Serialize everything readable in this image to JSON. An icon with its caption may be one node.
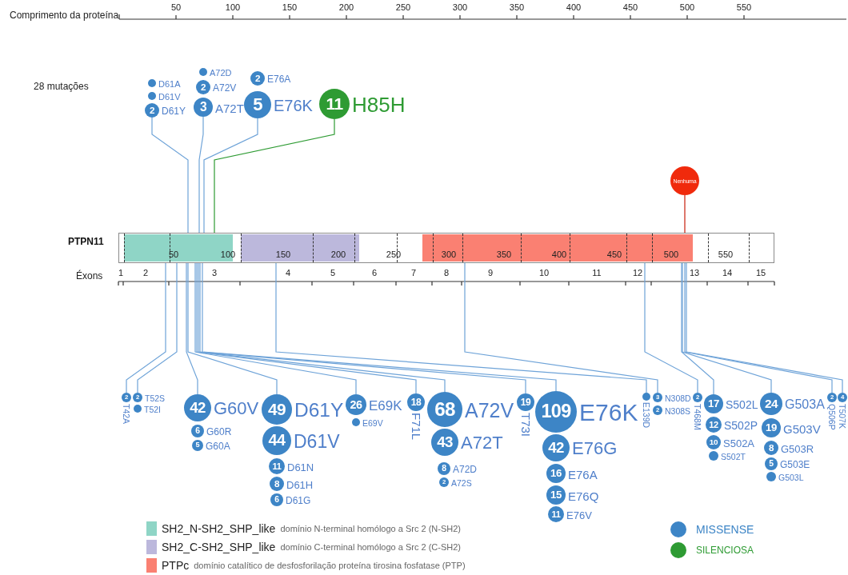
{
  "diagram": {
    "nodes": [
      {
        "text": [],
        "shape": "circle",
        "beside": [
          "D61A"
        ]
      },
      {
        "text": [],
        "shape": "circle",
        "beside": [
          "D61V"
        ]
      },
      {
        "text": [
          "2"
        ],
        "beside": [
          "D61Y"
        ]
      },
      {
        "text": [],
        "shape": "circle",
        "beside": [
          "A72D"
        ]
      },
      {
        "text": [
          "2"
        ],
        "beside": [
          "A72V"
        ]
      },
      {
        "text": [
          "3"
        ],
        "beside": [
          "A72T"
        ]
      },
      {
        "text": [
          "2"
        ],
        "beside": [
          "E76A"
        ]
      },
      {
        "text": [
          "5"
        ],
        "beside": [
          "E76K"
        ]
      },
      {
        "text": [
          "11"
        ],
        "beside": [
          "H85H"
        ]
      },
      {
        "text": [
          "Nenhuma"
        ]
      },
      {
        "text": [
          "PTPN11"
        ]
      },
      {
        "text": [
          "2"
        ],
        "beside": [
          "T42A"
        ]
      },
      {
        "text": [
          "2"
        ],
        "beside": [
          "T52S"
        ]
      },
      {
        "text": [],
        "shape": "circle",
        "beside": [
          "T52I"
        ]
      },
      {
        "text": [
          "42"
        ],
        "beside": [
          "G60V"
        ]
      },
      {
        "text": [
          "6"
        ],
        "beside": [
          "G60R"
        ]
      },
      {
        "text": [
          "5"
        ],
        "beside": [
          "G60A"
        ]
      },
      {
        "text": [
          "49"
        ],
        "beside": [
          "D61Y"
        ]
      },
      {
        "text": [
          "44"
        ],
        "beside": [
          "D61V"
        ]
      },
      {
        "text": [
          "11"
        ],
        "beside": [
          "D61N"
        ]
      },
      {
        "text": [
          "8"
        ],
        "beside": [
          "D61H"
        ]
      },
      {
        "text": [
          "6"
        ],
        "beside": [
          "D61G"
        ]
      },
      {
        "text": [
          "26"
        ],
        "beside": [
          "E69K"
        ]
      },
      {
        "text": [],
        "shape": "circle",
        "beside": [
          "E69V"
        ]
      },
      {
        "text": [
          "18"
        ],
        "beside": [
          "F71L"
        ]
      },
      {
        "text": [
          "68"
        ],
        "beside": [
          "A72V"
        ]
      },
      {
        "text": [
          "43"
        ],
        "beside": [
          "A72T"
        ]
      },
      {
        "text": [
          "8"
        ],
        "beside": [
          "A72D"
        ]
      },
      {
        "text": [
          "2"
        ],
        "beside": [
          "A72S"
        ]
      },
      {
        "text": [
          "19"
        ],
        "beside": [
          "T73I"
        ]
      },
      {
        "text": [
          "109"
        ],
        "beside": [
          "E76K"
        ]
      },
      {
        "text": [
          "42"
        ],
        "beside": [
          "E76G"
        ]
      },
      {
        "text": [
          "16"
        ],
        "beside": [
          "E76A"
        ]
      },
      {
        "text": [
          "15"
        ],
        "beside": [
          "E76Q"
        ]
      },
      {
        "text": [
          "11"
        ],
        "beside": [
          "E76V"
        ]
      },
      {
        "text": [],
        "shape": "circle",
        "beside": [
          "E139D"
        ]
      },
      {
        "text": [
          "3"
        ],
        "beside": [
          "N308D"
        ]
      },
      {
        "text": [
          "2"
        ],
        "beside": [
          "N308S"
        ]
      },
      {
        "text": [
          "2"
        ],
        "beside": [
          "T468M"
        ]
      },
      {
        "text": [
          "17"
        ],
        "beside": [
          "S502L"
        ]
      },
      {
        "text": [
          "12"
        ],
        "beside": [
          "S502P"
        ]
      },
      {
        "text": [
          "10"
        ],
        "beside": [
          "S502A"
        ]
      },
      {
        "text": [],
        "shape": "circle",
        "beside": [
          "S502T"
        ]
      },
      {
        "text": [
          "24"
        ],
        "beside": [
          "G503A"
        ]
      },
      {
        "text": [
          "19"
        ],
        "beside": [
          "G503V"
        ]
      },
      {
        "text": [
          "8"
        ],
        "beside": [
          "G503R"
        ]
      },
      {
        "text": [
          "5"
        ],
        "beside": [
          "G503E"
        ]
      },
      {
        "text": [],
        "shape": "circle",
        "beside": [
          "G503L"
        ]
      },
      {
        "text": [
          "2"
        ],
        "beside": [
          "Q506P"
        ]
      },
      {
        "text": [
          "4"
        ],
        "beside": [
          "T507K"
        ]
      }
    ],
    "edges": [
      {
        "from": 2,
        "to": 10,
        "arrow": "none"
      },
      {
        "from": 5,
        "to": 10,
        "arrow": "none"
      },
      {
        "from": 7,
        "to": 10,
        "arrow": "none"
      },
      {
        "from": 8,
        "to": 10,
        "arrow": "none",
        "color": "#2e9b33"
      },
      {
        "from": 9,
        "to": 10,
        "arrow": "none",
        "color": "#c81e0a"
      },
      {
        "from": 11,
        "to": 10,
        "arrow": "none"
      },
      {
        "from": 12,
        "to": 10,
        "arrow": "none"
      },
      {
        "from": 14,
        "to": 10,
        "arrow": "none"
      },
      {
        "from": 17,
        "to": 10,
        "arrow": "none"
      },
      {
        "from": 22,
        "to": 10,
        "arrow": "none"
      },
      {
        "from": 24,
        "to": 10,
        "arrow": "none"
      },
      {
        "from": 25,
        "to": 10,
        "arrow": "none"
      },
      {
        "from": 29,
        "to": 10,
        "arrow": "none"
      },
      {
        "from": 30,
        "to": 10,
        "arrow": "none"
      },
      {
        "from": 35,
        "to": 10,
        "arrow": "none"
      },
      {
        "from": 36,
        "to": 10,
        "arrow": "none"
      },
      {
        "from": 38,
        "to": 10,
        "arrow": "none"
      },
      {
        "from": 39,
        "to": 10,
        "arrow": "none"
      },
      {
        "from": 43,
        "to": 10,
        "arrow": "none"
      },
      {
        "from": 48,
        "to": 10,
        "arrow": "none"
      },
      {
        "from": 49,
        "to": 10,
        "arrow": "none"
      }
    ],
    "labels": [
      "Comprimento da proteína",
      "50",
      "100",
      "150",
      "200",
      "250",
      "300",
      "350",
      "400",
      "450",
      "500",
      "550",
      "28 mutações",
      "50",
      "100",
      "150",
      "200",
      "250",
      "300",
      "350",
      "400",
      "450",
      "500",
      "550",
      "Éxons",
      "1",
      "2",
      "3",
      "4",
      "5",
      "6",
      "7",
      "8",
      "9",
      "10",
      "11",
      "12",
      "13",
      "14",
      "15",
      "domínio N-terminal homólogo a Src 2 (N-SH2)",
      "domínio C-terminal homólogo a Src 2 (C-SH2)",
      "domínio catalítico de desfosforilação proteína tirosina fosfatase (PTP)"
    ],
    "legend": [
      {
        "text": "SH2_N-SH2_SHP_like",
        "color": "#8fd5c6"
      },
      {
        "text": "SH2_C-SH2_SHP_like",
        "color": "#bcb8dc"
      },
      {
        "text": "PTPc",
        "color": "#fa8072"
      },
      {
        "text": "MISSENSE",
        "color": "#3d85c6"
      },
      {
        "text": "SILENCIOSA",
        "color": "#2e9b33"
      }
    ]
  }
}
